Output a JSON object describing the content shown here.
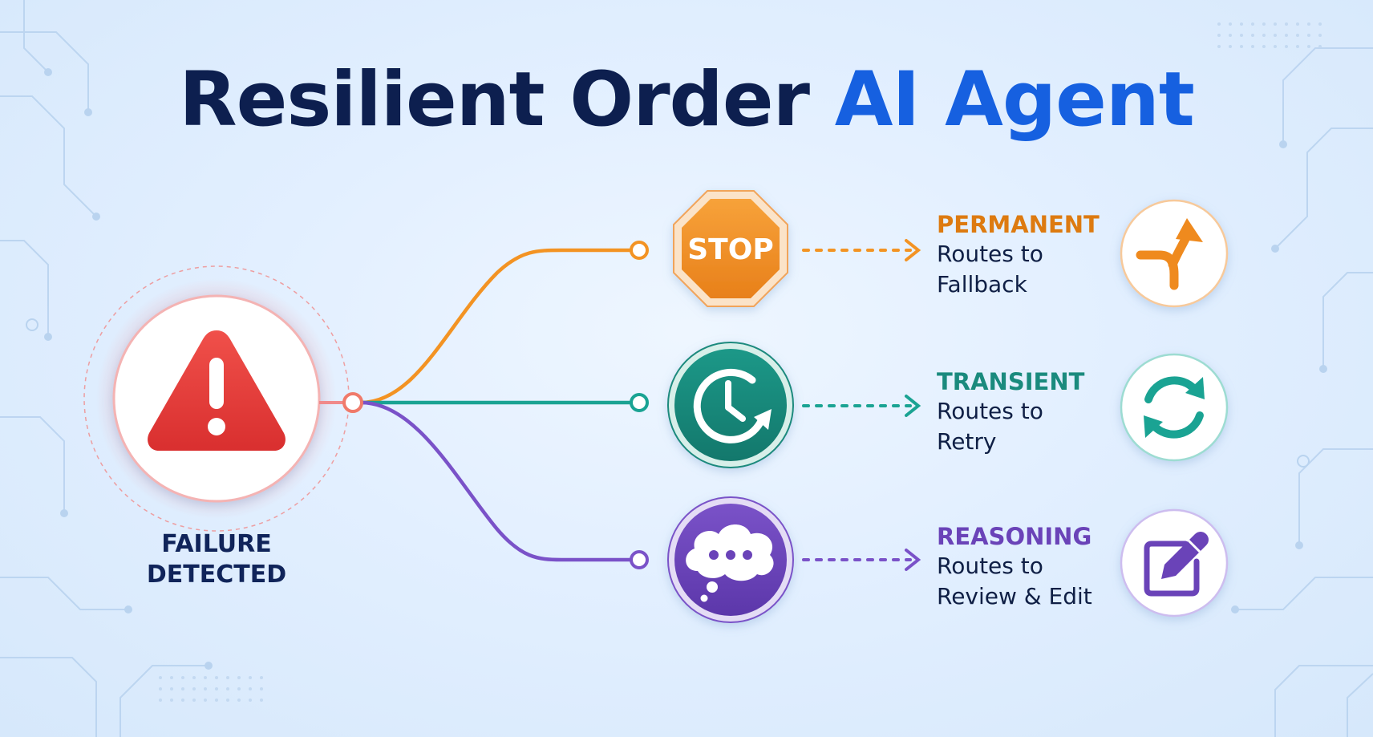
{
  "title": {
    "part1": "Resilient Order",
    "part2": "AI Agent"
  },
  "source": {
    "label_line1": "FAILURE",
    "label_line2": "DETECTED",
    "icon": "warning-triangle-icon"
  },
  "branches": [
    {
      "key": "permanent",
      "heading": "PERMANENT",
      "body_line1": "Routes to",
      "body_line2": "Fallback",
      "node_icon": "stop-sign-icon",
      "node_text": "STOP",
      "outcome_icon": "fork-arrow-icon",
      "color": "#f39323"
    },
    {
      "key": "transient",
      "heading": "TRANSIENT",
      "body_line1": "Routes to",
      "body_line2": "Retry",
      "node_icon": "clock-retry-icon",
      "outcome_icon": "refresh-icon",
      "color": "#1a9a8c"
    },
    {
      "key": "reasoning",
      "heading": "REASONING",
      "body_line1": "Routes to",
      "body_line2": "Review & Edit",
      "node_icon": "thought-bubble-icon",
      "outcome_icon": "edit-pencil-icon",
      "color": "#7048c0"
    }
  ],
  "colors": {
    "title_dark": "#0d1f4f",
    "title_accent": "#1660e0",
    "failure_red": "#e53a3a"
  }
}
